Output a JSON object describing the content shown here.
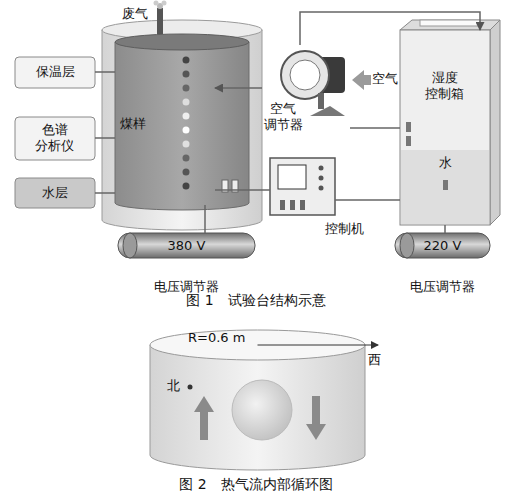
{
  "diagram": {
    "nodes": [
      {
        "text": [
          "保温层"
        ]
      },
      {
        "text": [
          "色谱 分析仪"
        ]
      },
      {
        "text": [
          "水层"
        ]
      },
      {
        "text": [
          "煤样"
        ]
      },
      {
        "text": [
          "湿度 控制箱",
          "水"
        ]
      },
      {
        "text": [
          "空气 调节器"
        ]
      },
      {
        "text": [
          "控制机"
        ]
      },
      {
        "text": [
          "380 V",
          "电压调节器"
        ]
      },
      {
        "text": [
          "220 V",
          "电压调节器"
        ]
      }
    ],
    "edges": [
      {
        "from": 0,
        "to": 3,
        "arrow": "none"
      },
      {
        "from": 1,
        "to": 3,
        "arrow": "none"
      },
      {
        "from": 2,
        "to": 3,
        "arrow": "none"
      },
      {
        "from": 5,
        "to": 3,
        "arrow": "to"
      },
      {
        "from": 5,
        "to": 4,
        "arrow": "to"
      },
      {
        "from": 4,
        "to": 5,
        "arrow": "none"
      },
      {
        "from": 6,
        "to": 3,
        "arrow": "none"
      },
      {
        "from": 6,
        "to": 4,
        "arrow": "none"
      },
      {
        "from": 7,
        "to": 3,
        "arrow": "none"
      },
      {
        "from": 8,
        "to": 4,
        "arrow": "none"
      }
    ],
    "labels": [
      "废气",
      "空气",
      "图 1　试验台结构示意",
      "R=0.6 m",
      "北",
      "西",
      "图 2　热气流内部循环图"
    ]
  }
}
